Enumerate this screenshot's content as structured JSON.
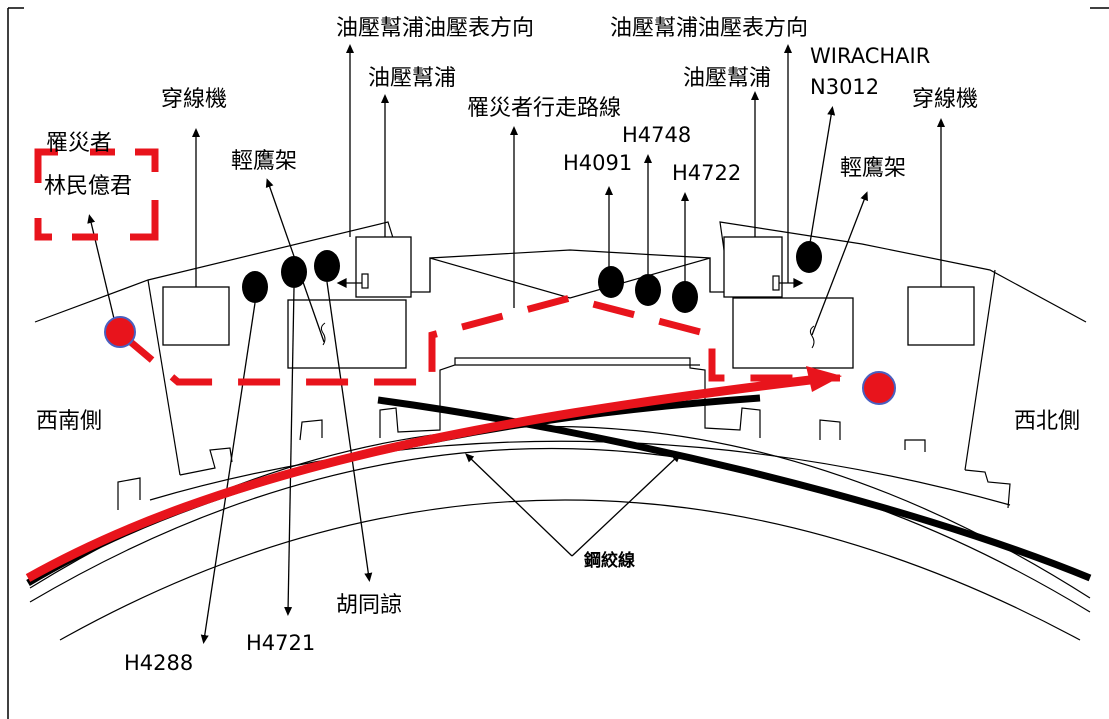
{
  "labels": {
    "victim_line1": "罹災者",
    "victim_line2": "林民億君",
    "cable_machine_left": "穿線機",
    "cable_machine_right": "穿線機",
    "tray_left": "輕鷹架",
    "tray_right": "輕鷹架",
    "hydraulic_pump_left": "油壓幫浦",
    "hydraulic_pump_right": "油壓幫浦",
    "gauge_direction_left": "油壓幫浦油壓表方向",
    "gauge_direction_right": "油壓幫浦油壓表方向",
    "victim_path": "罹災者行走路線",
    "h4091": "H4091",
    "h4748": "H4748",
    "h4722": "H4722",
    "wirachair_line1": "WIRACHAIR",
    "wirachair_line2": "N3012",
    "southwest_side": "西南側",
    "northwest_side": "西北側",
    "steel_strand": "鋼絞線",
    "h4288": "H4288",
    "h4721": "H4721",
    "hu_tongliang": "胡同諒"
  },
  "colors": {
    "accent": "#e8141c",
    "line": "#000000",
    "victim_marker_stroke": "#4a5fbf"
  }
}
